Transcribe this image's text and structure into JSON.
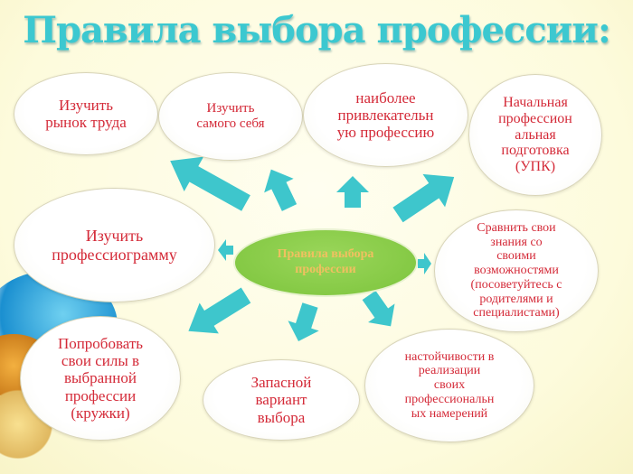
{
  "title": "Правила выбора профессии:",
  "center": {
    "line1": "Правила выбора",
    "line2": "профессии"
  },
  "bubbles": [
    {
      "lines": [
        "Изучить",
        "рынок труда"
      ]
    },
    {
      "lines": [
        "Изучить",
        "самого себя"
      ]
    },
    {
      "lines": [
        "наиболее",
        "привлекательн",
        "ую профессию"
      ]
    },
    {
      "lines": [
        "Начальная",
        "профессион",
        "альная",
        "подготовка",
        "(УПК)"
      ]
    },
    {
      "lines": [
        "Изучить",
        "профессиограмму"
      ]
    },
    {
      "lines": [
        "Сравнить свои",
        "знания со",
        "своими",
        "возможностями",
        "(посоветуйтесь с",
        "родителями и",
        "специалистами)"
      ]
    },
    {
      "lines": [
        "Попробовать",
        "свои силы в",
        "выбранной",
        "профессии",
        "(кружки)"
      ]
    },
    {
      "lines": [
        "Запасной",
        "вариант",
        "выбора"
      ]
    },
    {
      "lines": [
        "настойчивости в",
        "реализации",
        "своих",
        "профессиональн",
        "ых намерений"
      ]
    }
  ],
  "colors": {
    "arrow": "#3ec6cc",
    "text": "#d42a38",
    "center": "#86c944",
    "title": "#3cc8d0"
  }
}
